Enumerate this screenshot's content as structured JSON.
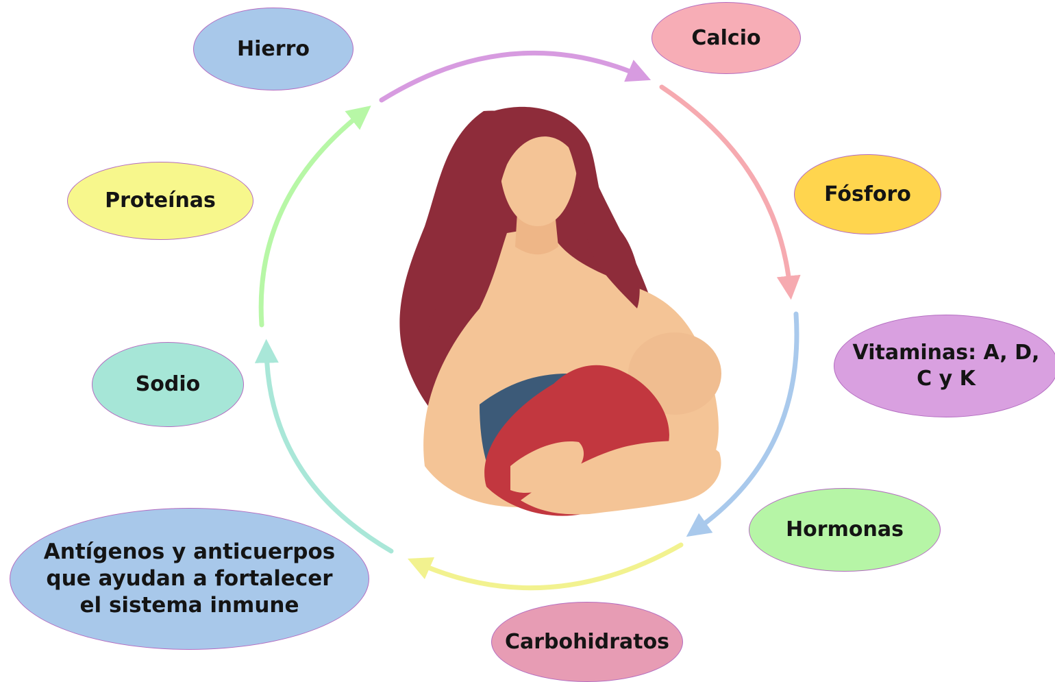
{
  "nodes": {
    "hierro": "Hierro",
    "calcio": "Calcio",
    "fosforo": "Fósforo",
    "proteinas": "Proteínas",
    "sodio": "Sodio",
    "vitaminas": "Vitaminas: A, D, C y K",
    "hormonas": "Hormonas",
    "antigenos": "Antígenos y anticuerpos que ayudan a fortalecer el sistema inmune",
    "carbohidratos": "Carbohidratos"
  },
  "colors": {
    "node_border": "#b36bc0",
    "hierro": "#a8c8ea",
    "calcio": "#f7adb6",
    "fosforo": "#ffd54e",
    "proteinas": "#f7f78c",
    "sodio": "#a6e6d7",
    "vitaminas": "#d9a0e0",
    "hormonas": "#b6f5a6",
    "antigenos": "#a8c8ea",
    "carbohidratos": "#e79cb4",
    "arc_top": "#d79be0",
    "arc_right_upper": "#f6aab0",
    "arc_right_lower": "#a9c9ec",
    "arc_bottom": "#f2f28f",
    "arc_left_lower": "#a9e7d8",
    "arc_left_upper": "#b7f7a6",
    "hair": "#8e2c3a",
    "skin": "#f4c496",
    "blanket": "#c2373f",
    "garment": "#3c5a78"
  },
  "illustration": "breastfeeding-mother"
}
